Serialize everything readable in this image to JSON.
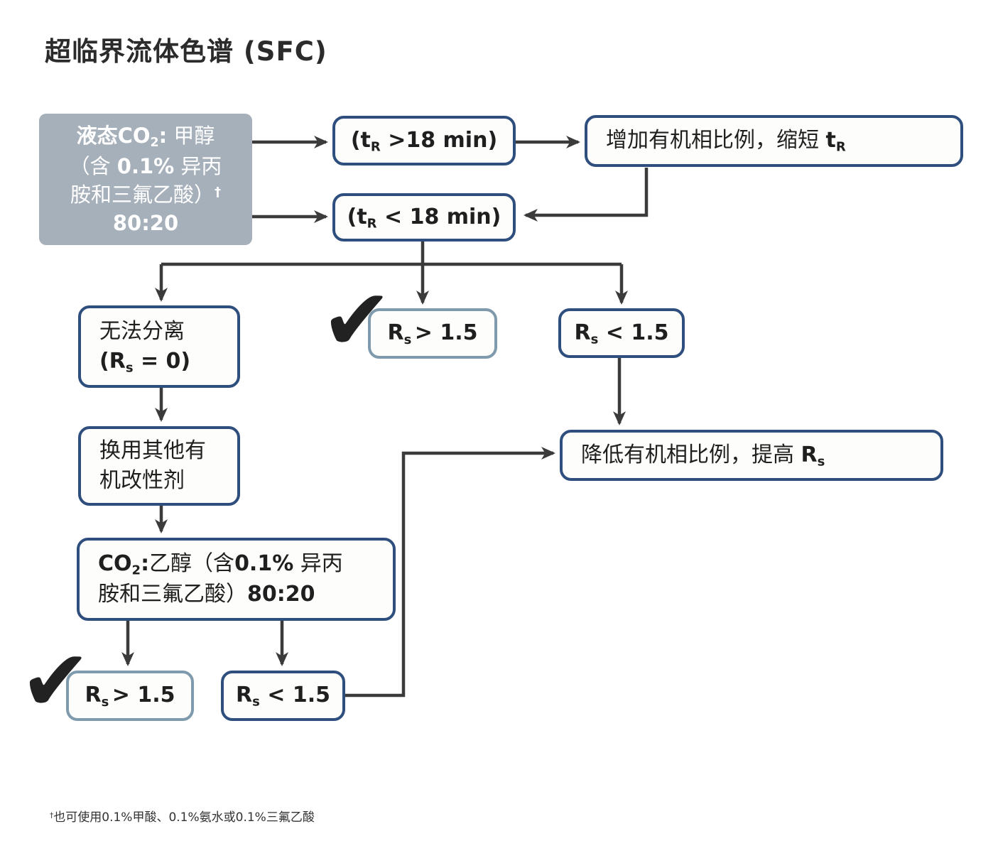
{
  "title": "超临界流体色谱 (SFC)",
  "colors": {
    "border_navy": "#2E4E7E",
    "border_light": "#7E9AAC",
    "start_fill": "#A6B0BA",
    "arrow": "#3B3B3B",
    "text": "#1F1F1F"
  },
  "icons": {
    "check": "✔"
  },
  "nodes": {
    "start": {
      "line1_bold": "液态CO",
      "line1_sub": "2",
      "line1_colon": ":",
      "line1_rest": " 甲醇",
      "line2_pre": "（含 ",
      "line2_bold": "0.1%",
      "line2_post": " 异丙",
      "line3": "胺和三氟乙酸）",
      "line3_dagger": "†",
      "line4": "80:20"
    },
    "tr_gt18": {
      "pre": "(t",
      "sub": "R",
      "post": " >18 min)"
    },
    "increase_organic": {
      "text": "增加有机相比例，缩短 ",
      "bold": "t",
      "sub": "R"
    },
    "tr_lt18": {
      "pre": "(t",
      "sub": "R",
      "post": " < 18 min)"
    },
    "no_separation": {
      "line1": "无法分离",
      "pre": "(R",
      "sub": "s",
      "post": " = 0)"
    },
    "rs_gt15_mid": {
      "pre": "R",
      "sub": "s",
      "post": " > 1.5"
    },
    "rs_lt15_mid": {
      "pre": "R",
      "sub": "s",
      "post": " < 1.5"
    },
    "change_modifier": {
      "line1": "换用其他有",
      "line2": "机改性剂"
    },
    "co2_ethanol": {
      "l1_bold": "CO",
      "l1_sub": "2",
      "l1_colon": ":",
      "l1_mid": "乙醇（含",
      "l1_bold2": "0.1%",
      "l1_post": " 异丙",
      "l2_pre": "胺和三氟乙酸）",
      "l2_bold": "80:20"
    },
    "decrease_organic": {
      "text": "降低有机相比例，提高 ",
      "bold": "R",
      "sub": "s"
    },
    "rs_gt15_bot": {
      "pre": "R",
      "sub": "s",
      "post": " > 1.5"
    },
    "rs_lt15_bot": {
      "pre": "R",
      "sub": "s",
      "post": " < 1.5"
    }
  },
  "edges": [
    {
      "from": "start",
      "to": "tr_gt18"
    },
    {
      "from": "start",
      "to": "tr_lt18"
    },
    {
      "from": "tr_gt18",
      "to": "increase_organic"
    },
    {
      "from": "increase_organic",
      "to": "tr_lt18"
    },
    {
      "from": "tr_lt18",
      "to": "no_separation"
    },
    {
      "from": "tr_lt18",
      "to": "rs_gt15_mid"
    },
    {
      "from": "tr_lt18",
      "to": "rs_lt15_mid"
    },
    {
      "from": "no_separation",
      "to": "change_modifier"
    },
    {
      "from": "change_modifier",
      "to": "co2_ethanol"
    },
    {
      "from": "co2_ethanol",
      "to": "rs_gt15_bot"
    },
    {
      "from": "co2_ethanol",
      "to": "rs_lt15_bot"
    },
    {
      "from": "rs_lt15_mid",
      "to": "decrease_organic"
    },
    {
      "from": "rs_lt15_bot",
      "to": "decrease_organic"
    }
  ],
  "footnote": {
    "dagger": "†",
    "text": "也可使用0.1%甲酸、0.1%氨水或0.1%三氟乙酸"
  }
}
